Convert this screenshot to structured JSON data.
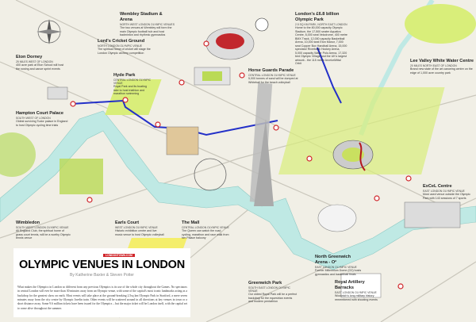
{
  "colors": {
    "background": "#f1efe6",
    "river": "#bfe9e4",
    "park": "#d9ee7a",
    "tube_line": "#2330c8",
    "roundel_red": "#d0252a",
    "badge": "#d0252a"
  },
  "venues": [
    {
      "title": "Wembley Stadium & Arena",
      "subtitle": "North west London Olympic venues",
      "desc": "The two venues at Wembley will form the main Olympic football hub and host badminton and rhythmic gymnastics"
    },
    {
      "title": "Lord's Cricket Ground",
      "subtitle": "North London Olympic venue",
      "desc": "The spiritual home of cricket will stage the London Olympic archery competition"
    },
    {
      "title": "Eton Dorney",
      "subtitle": "25 miles west of London",
      "desc": "400 acre park at Eton School will host the rowing and canoe sprint events"
    },
    {
      "title": "Hyde Park",
      "subtitle": "Central London Olympic venue",
      "desc": "Royal Park and its boating lake to host triathlon and marathon swimming"
    },
    {
      "title": "Horse Guards Parade",
      "subtitle": "Central London Olympic venue",
      "desc": "5,000 tonnes of sand will be dumped at Whitehall for the beach volleyball"
    },
    {
      "title": "Hampton Court Palace",
      "subtitle": "South west of London",
      "desc": "Oldest surviving Tudor palace in England to host Olympic cycling time trials"
    },
    {
      "title": "London's £6.8 billion Olympic Park",
      "subtitle": "2.5 sq km park, north east London",
      "desc": "Home to the 80,000 capacity Olympic Stadium, the 17,500 seater Aquatics Centre, 6,000 seat Velodrome, 400 metre BMX Track, 12,000 capacity Basketball Arena, 10,000 seat Eton Manor, 7,000 seat Copper Box Handball Arena, 15,000 spectator Riverbank Hockey Arena, 5,000 capacity Water Polo Arena, 17,320 bed Olympic Village and the UK's largest artwork - the 115 metre ArcelorMittal Orbit"
    },
    {
      "title": "Lee Valley White Water Centre",
      "subtitle": "20 miles north east of London",
      "desc": "Brand new state of the art canoeing centre on the edge of 1,000 acre country park"
    },
    {
      "title": "Wimbledon",
      "subtitle": "South west London Olympic venue",
      "desc": "All England Club, the spiritual home of grass court tennis, will be a worthy Olympic tennis venue"
    },
    {
      "title": "Earls Court",
      "subtitle": "West London Olympic venue",
      "desc": "Historic exhibition centre and live music venue to host Olympic volleyball"
    },
    {
      "title": "The Mall",
      "subtitle": "Central London Olympic venue",
      "desc": "The Queen can watch the road cycling, marathon and race walk from her Palace balcony"
    },
    {
      "title": "ExCeL Centre",
      "subtitle": "East London Olympic venue",
      "desc": "Most used venue outside the Olympic Park with 143 sessions of 7 sports"
    },
    {
      "title": "North Greenwich Arena - O²",
      "subtitle": "East London Olympic venue",
      "desc": "Former Millennium Dome (O2) hosts gymnastics and basketball finals"
    },
    {
      "title": "Greenwich Park",
      "subtitle": "South east London Olympic venue",
      "desc": "Our oldest Royal Park will be a perfect backdrop for the equestrian events and modern pentathlon"
    },
    {
      "title": "Royal Artillery Barracks",
      "subtitle": "East London Olympic venue",
      "desc": "Woolwich's long military history remembered with shooting events"
    }
  ],
  "article": {
    "badge": "LONDONTOWN.COM",
    "title": "OLYMPIC VENUES IN LONDON",
    "byline": "By Katherine Baxter & Steven Potter",
    "body": "What makes the Olympics in London so different from any previous Olympics is its use of the whole city throughout the Games. No spectators in central London will ever be more than 30 minutes away from an Olympic venue, with some of the capital's most iconic landmarks acting as a backdrop for the greatest show on earth. Most events will take place at the ground-breaking 2.5sq km Olympic Park in Stratford, a mere seven minutes away from the city centre by Olympic Javelin train. Other events will be scattered around in all directions at key venues in town or a short distance away. Some 9.6 million tickets have been issued for the Olympics – but the major ticket will be London itself, with the capital set to come alive throughout the summer."
  }
}
